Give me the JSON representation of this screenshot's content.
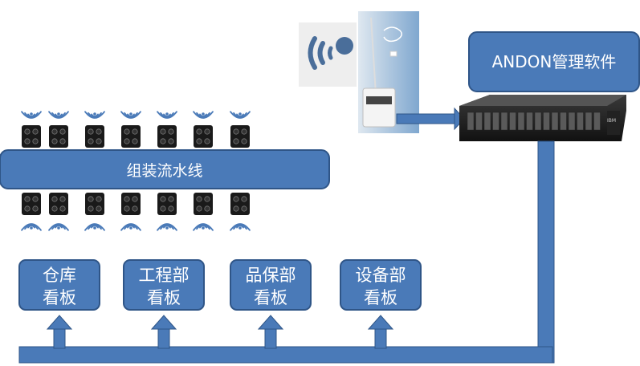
{
  "software": {
    "label": "ANDON管理软件"
  },
  "assembly_line": {
    "label": "组装流水线"
  },
  "boards": [
    {
      "line1": "仓库",
      "line2": "看板"
    },
    {
      "line1": "工程部",
      "line2": "看板"
    },
    {
      "line1": "品保部",
      "line2": "看板"
    },
    {
      "line1": "设备部",
      "line2": "看板"
    }
  ],
  "server": {
    "brand": "IBM"
  },
  "colors": {
    "box_fill": "#4a7ab8",
    "box_stroke": "#2f5587",
    "wifi": "#4a7ab8",
    "device": "#1a1a1a"
  },
  "terminal_count_per_row": 7
}
